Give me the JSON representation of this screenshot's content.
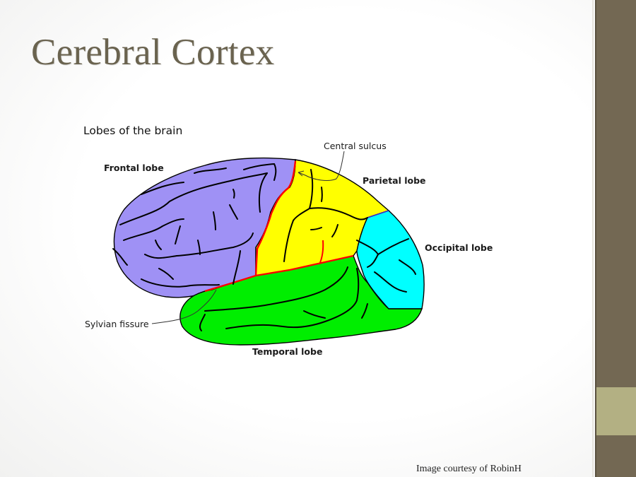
{
  "slide": {
    "title": "Cerebral Cortex",
    "credit": "Image courtesy of  RobinH"
  },
  "diagram": {
    "heading": "Lobes of the brain",
    "labels": {
      "frontal": "Frontal lobe",
      "central_sulcus": "Central sulcus",
      "parietal": "Parietal lobe",
      "occipital": "Occipital lobe",
      "sylvian": "Sylvian fissure",
      "temporal": "Temporal lobe"
    },
    "colors": {
      "frontal": "#9f91f5",
      "parietal": "#ffff00",
      "occipital": "#00ffff",
      "temporal": "#00ee00",
      "boundary": "#ff0000",
      "sulci": "#000000"
    }
  },
  "theme": {
    "sidebar": "#736853",
    "sidebar_accent": "#b3b083",
    "title_color": "#6a634f"
  }
}
